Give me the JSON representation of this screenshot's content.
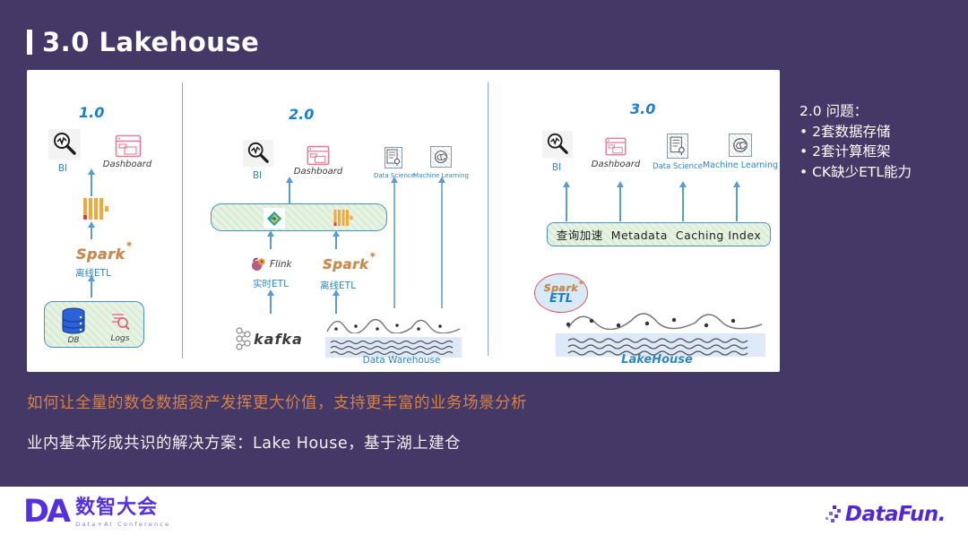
{
  "header": {
    "title": "3.0 Lakehouse"
  },
  "colors": {
    "background": "#443867",
    "accent_blue": "#1a7fd4",
    "diagram_border_blue": "#4a90c8",
    "green_box_fill": "#e7f3e2",
    "question_orange": "#d98142",
    "brand_purple": "#5430e0",
    "clickhouse_orange": "#f5a83a",
    "clickhouse_red": "#e23c39"
  },
  "icons": {
    "bi": "magnifier-chart-icon",
    "dashboard": "dashboard-window-icon",
    "data_science": "document-bulb-icon",
    "machine_learning": "brain-icon",
    "clickhouse": "clickhouse-bars-icon",
    "lake_service": "teal-diamond-icon",
    "flink": "flink-squirrel-icon",
    "spark": "spark-star-icon",
    "kafka": "kafka-nodes-icon",
    "db": "database-cylinder-icon",
    "logs": "logs-search-icon"
  },
  "v1": {
    "label": "1.0",
    "bi": "BI",
    "dashboard": "Dashboard",
    "spark": "Spark",
    "spark_etl": "离线ETL",
    "db": "DB",
    "logs": "Logs"
  },
  "v2": {
    "label": "2.0",
    "bi": "BI",
    "dashboard": "Dashboard",
    "data_science": "Data Science",
    "machine_learning": "Machine Learning",
    "flink": "Flink",
    "flink_etl": "实时ETL",
    "spark": "Spark",
    "spark_etl": "离线ETL",
    "kafka": "kafka",
    "warehouse": "Data Warehouse"
  },
  "v3": {
    "label": "3.0",
    "bi": "BI",
    "dashboard": "Dashboard",
    "data_science": "Data Science",
    "machine_learning": "Machine Learning",
    "accel": "查询加速  Metadata  Caching Index",
    "spark": "Spark",
    "etl": "ETL",
    "lakehouse": "LakeHouse"
  },
  "sidebar": {
    "title": "2.0 问题：",
    "items": [
      "2套数据存储",
      "2套计算框架",
      "CK缺少ETL能力"
    ]
  },
  "notes": {
    "question": "如何让全量的数仓数据资产发挥更大价值，支持更丰富的业务场景分析",
    "solution": "业内基本形成共识的解决方案：Lake House，基于湖上建仓"
  },
  "footer": {
    "da_acronym": "DA",
    "da_name": "数智大会",
    "da_subtitle": "Data+AI Conference",
    "datafun": "DataFun."
  }
}
